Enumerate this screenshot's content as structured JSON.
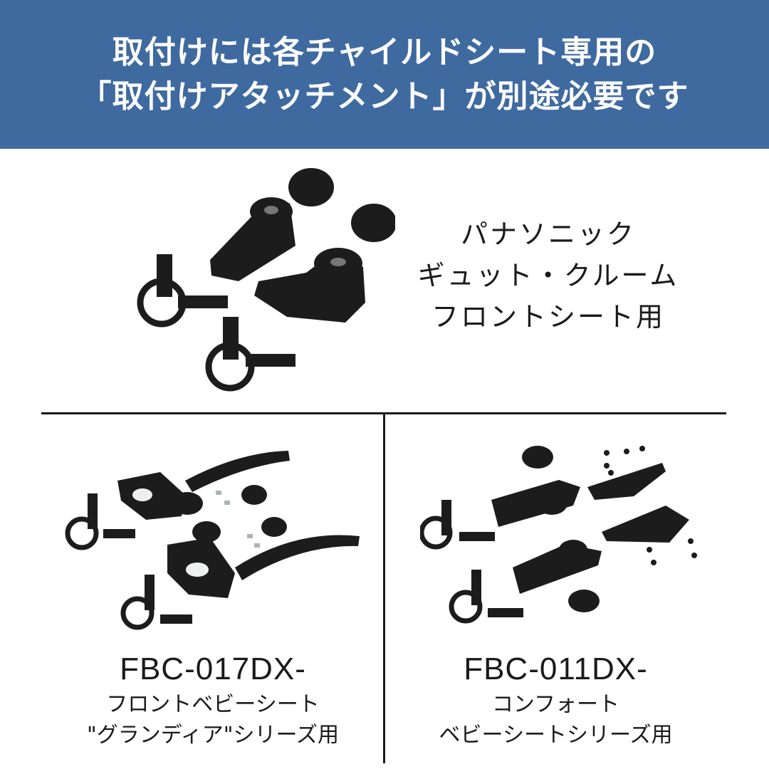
{
  "header": {
    "line1": "取付けには各チャイルドシート専用の",
    "line2": "「取付けアタッチメント」が別途必要です",
    "bg_color": "#3f6aa0"
  },
  "top_product": {
    "label_lines": [
      "パナソニック",
      "ギュット・クルーム",
      "フロントシート用"
    ],
    "image": "panasonic-attachment-parts"
  },
  "left_product": {
    "model": "FBC-017DX-",
    "desc_lines": [
      "フロントベビーシート",
      "\"グランディア\"シリーズ用"
    ],
    "image": "fbc-017dx-attachment-parts"
  },
  "right_product": {
    "model": "FBC-011DX-",
    "desc_lines": [
      "コンフォート",
      "ベビーシートシリーズ用"
    ],
    "image": "fbc-011dx-attachment-parts"
  }
}
